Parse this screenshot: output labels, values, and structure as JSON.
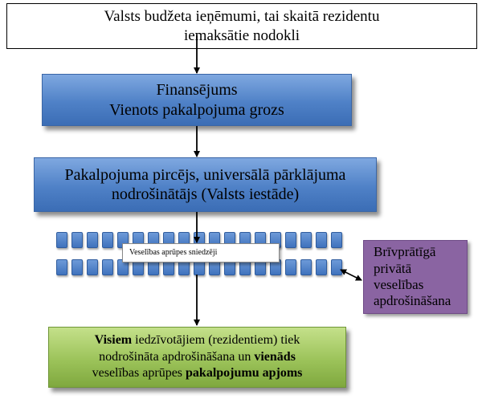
{
  "source": {
    "line1": "Valsts budžeta ieņēmumi, tai skaitā rezidentu",
    "line2": "iemaksātie nodokli"
  },
  "financing": {
    "line1": "Finansējums",
    "line2": "Vienots pakalpojuma grozs"
  },
  "purchaser": {
    "line1": "Pakalpojuma pircējs, universālā pārklājuma",
    "line2": "nodrošinātājs (Valsts  iestāde)"
  },
  "providers": {
    "label": "Veselības aprūpes sniedzēji"
  },
  "private_insurance": {
    "line1": "Brīvprātīgā",
    "line2": "privātā",
    "line3": "veselības",
    "line4": "apdrošināšana"
  },
  "result": {
    "l1_bold": "Visiem",
    "l1_rest": " iedzīvotājiem (rezidentiem)  tiek",
    "l2_start": "nodrošināta apdrošināšana un  ",
    "l2_bold": "vienāds",
    "l3_start": "veselības aprūpes ",
    "l3_bold": "pakalpojumu apjoms"
  },
  "colors": {
    "blue_box": "#4f81c7",
    "green_box": "#9cc35a",
    "purple_box": "#8a64a2",
    "arrow": "#000000"
  }
}
